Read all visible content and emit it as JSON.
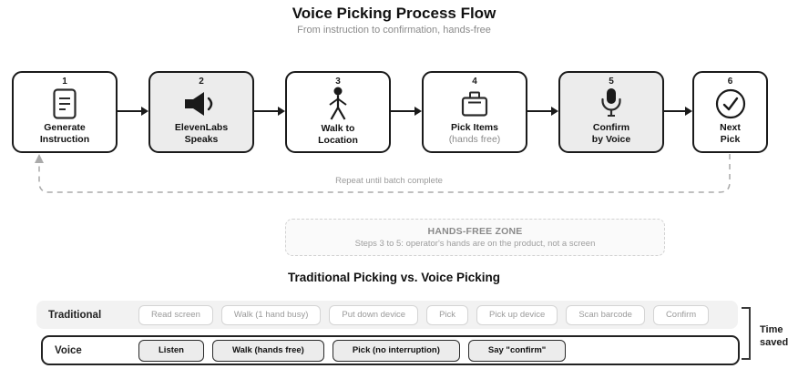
{
  "header": {
    "title": "Voice Picking Process Flow",
    "subtitle": "From instruction to confirmation, hands-free"
  },
  "flow": {
    "steps": [
      {
        "number": "1",
        "icon": "document-icon",
        "label_line1": "Generate",
        "label_line2": "Instruction"
      },
      {
        "number": "2",
        "icon": "speaker-icon",
        "label_line1": "ElevenLabs",
        "label_line2": "Speaks"
      },
      {
        "number": "3",
        "icon": "walking-person-icon",
        "label_line1": "Walk to",
        "label_line2": "Location"
      },
      {
        "number": "4",
        "icon": "box-icon",
        "label_line1": "Pick Items",
        "label_line2": "(hands free)"
      },
      {
        "number": "5",
        "icon": "microphone-icon",
        "label_line1": "Confirm",
        "label_line2": "by Voice"
      },
      {
        "number": "6",
        "icon": "check-circle-icon",
        "label_line1": "Next",
        "label_line2": "Pick"
      }
    ],
    "repeat_label": "Repeat until batch complete"
  },
  "hands_free_zone": {
    "title": "HANDS-FREE ZONE",
    "subtitle": "Steps 3 to 5: operator's hands are on the product, not a screen"
  },
  "comparison": {
    "title": "Traditional Picking vs. Voice Picking",
    "traditional": {
      "label": "Traditional",
      "items": [
        "Read screen",
        "Walk (1 hand busy)",
        "Put down device",
        "Pick",
        "Pick up device",
        "Scan barcode",
        "Confirm"
      ]
    },
    "voice": {
      "label": "Voice",
      "items": [
        "Listen",
        "Walk (hands free)",
        "Pick (no interruption)",
        "Say \"confirm\""
      ]
    },
    "time_saved_label": "Time saved"
  },
  "colors": {
    "box_border": "#1a1a1a",
    "highlight_bg": "#ececec",
    "muted_text": "#9a9a9a",
    "dashed_line": "#aaaaaa"
  }
}
